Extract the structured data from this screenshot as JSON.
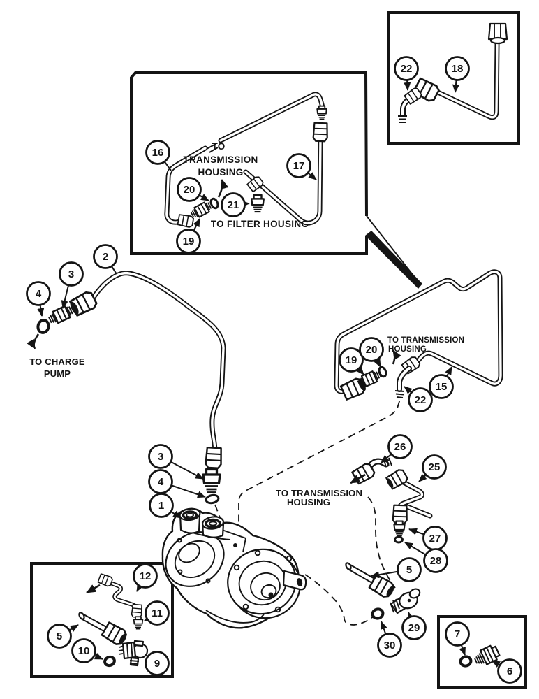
{
  "colors": {
    "ink": "#141414",
    "paper": "#ffffff"
  },
  "labels": {
    "inset_transmission": {
      "l1": "TO",
      "l2": "TRANSMISSION",
      "l3": "HOUSING"
    },
    "inset_filter": "TO FILTER HOUSING",
    "charge_pump": {
      "l1": "TO CHARGE",
      "l2": "PUMP"
    },
    "right_transmission": {
      "l1": "TO TRANSMISSION",
      "l2": "HOUSING"
    },
    "mid_transmission": {
      "l1": "TO TRANSMISSION",
      "l2": "HOUSING"
    }
  },
  "callouts": {
    "c1": "1",
    "c2": "2",
    "c3a": "3",
    "c3b": "3",
    "c4a": "4",
    "c4b": "4",
    "c5a": "5",
    "c5b": "5",
    "c6": "6",
    "c7": "7",
    "c9": "9",
    "c10": "10",
    "c11": "11",
    "c12": "12",
    "c15": "15",
    "c16": "16",
    "c17": "17",
    "c18": "18",
    "c19a": "19",
    "c19b": "19",
    "c20a": "20",
    "c20b": "20",
    "c21": "21",
    "c22a": "22",
    "c22b": "22",
    "c25": "25",
    "c26": "26",
    "c27": "27",
    "c28": "28",
    "c29": "29",
    "c30": "30"
  },
  "visible_part_numbers": [
    "1",
    "2",
    "3",
    "4",
    "5",
    "6",
    "7",
    "9",
    "10",
    "11",
    "12",
    "15",
    "16",
    "17",
    "18",
    "19",
    "20",
    "21",
    "22",
    "25",
    "26",
    "27",
    "28",
    "29",
    "30"
  ]
}
